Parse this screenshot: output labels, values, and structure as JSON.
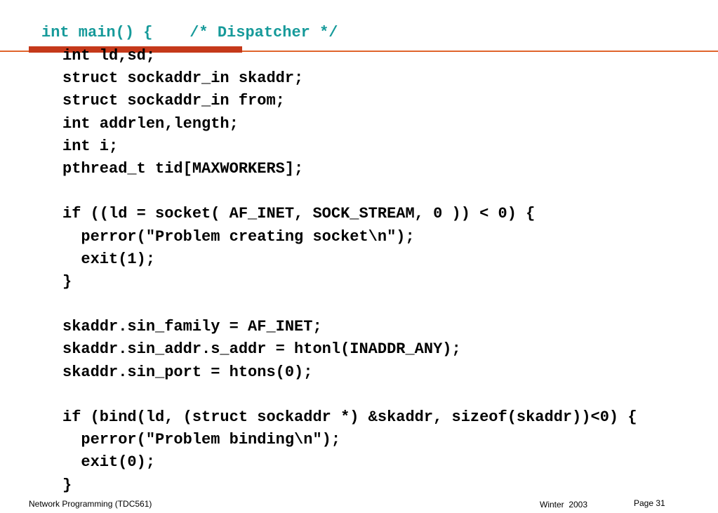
{
  "slide": {
    "title": "int main() {    /* Dispatcher */",
    "code_lines": [
      "int ld,sd;",
      "struct sockaddr_in skaddr;",
      "struct sockaddr_in from;",
      "int addrlen,length;",
      "int i;",
      "pthread_t tid[MAXWORKERS];",
      "",
      "if ((ld = socket( AF_INET, SOCK_STREAM, 0 )) < 0) {",
      "  perror(\"Problem creating socket\\n\");",
      "  exit(1);",
      "}",
      "",
      "skaddr.sin_family = AF_INET;",
      "skaddr.sin_addr.s_addr = htonl(INADDR_ANY);",
      "skaddr.sin_port = htons(0);",
      "",
      "if (bind(ld, (struct sockaddr *) &skaddr, sizeof(skaddr))<0) {",
      "  perror(\"Problem binding\\n\");",
      "  exit(0);",
      "}"
    ],
    "colors": {
      "title": "#169a9a",
      "rule_thin": "#e0652c",
      "rule_thick": "#c5391a",
      "text": "#000000"
    }
  },
  "footer": {
    "course": "Network Programming (TDC561)",
    "term": "Winter  2003",
    "page": "Page 31"
  }
}
